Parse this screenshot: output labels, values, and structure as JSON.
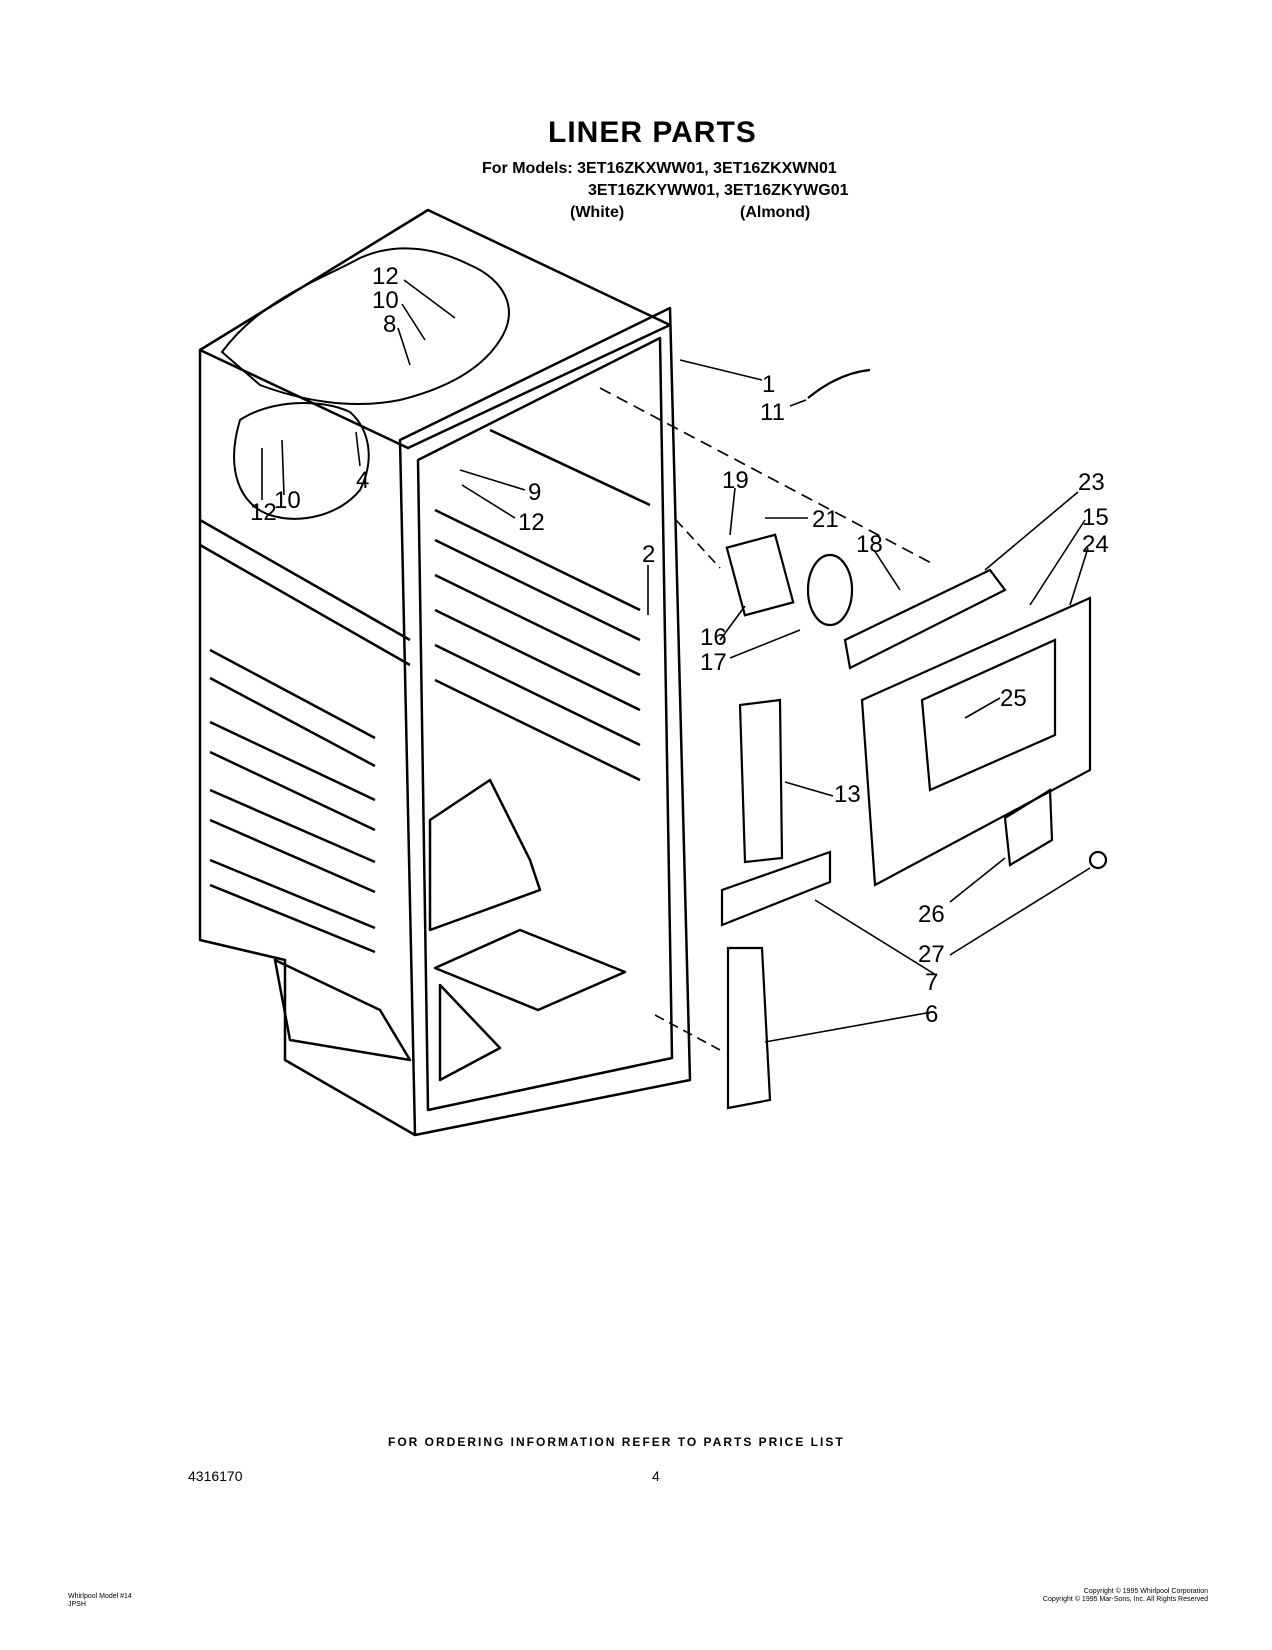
{
  "page": {
    "title": "LINER PARTS",
    "models_label": "For Models:",
    "models_line1": "3ET16ZKXWW01, 3ET16ZKXWN01",
    "models_line2": "3ET16ZKYWW01, 3ET16ZKYWG01",
    "color_white": "(White)",
    "color_almond": "(Almond)",
    "footer_note": "FOR ORDERING INFORMATION REFER TO PARTS PRICE LIST",
    "doc_number": "4316170",
    "page_number": "4",
    "small_left_line1": "Whirlpool Model #14",
    "small_left_line2": "JPSH",
    "small_right_line1": "Copyright © 1995 Whirlpool Corporation",
    "small_right_line2": "Copyright © 1995 Mar-Sons, Inc. All Rights Reserved"
  },
  "callouts": {
    "c1": "1",
    "c2": "2",
    "c4": "4",
    "c6": "6",
    "c7": "7",
    "c8": "8",
    "c9": "9",
    "c10a": "10",
    "c10b": "10",
    "c11": "11",
    "c12a": "12",
    "c12b": "12",
    "c12c": "12",
    "c13": "13",
    "c15": "15",
    "c16": "16",
    "c17": "17",
    "c18": "18",
    "c19": "19",
    "c21": "21",
    "c23": "23",
    "c24": "24",
    "c25": "25",
    "c26": "26",
    "c27": "27"
  }
}
